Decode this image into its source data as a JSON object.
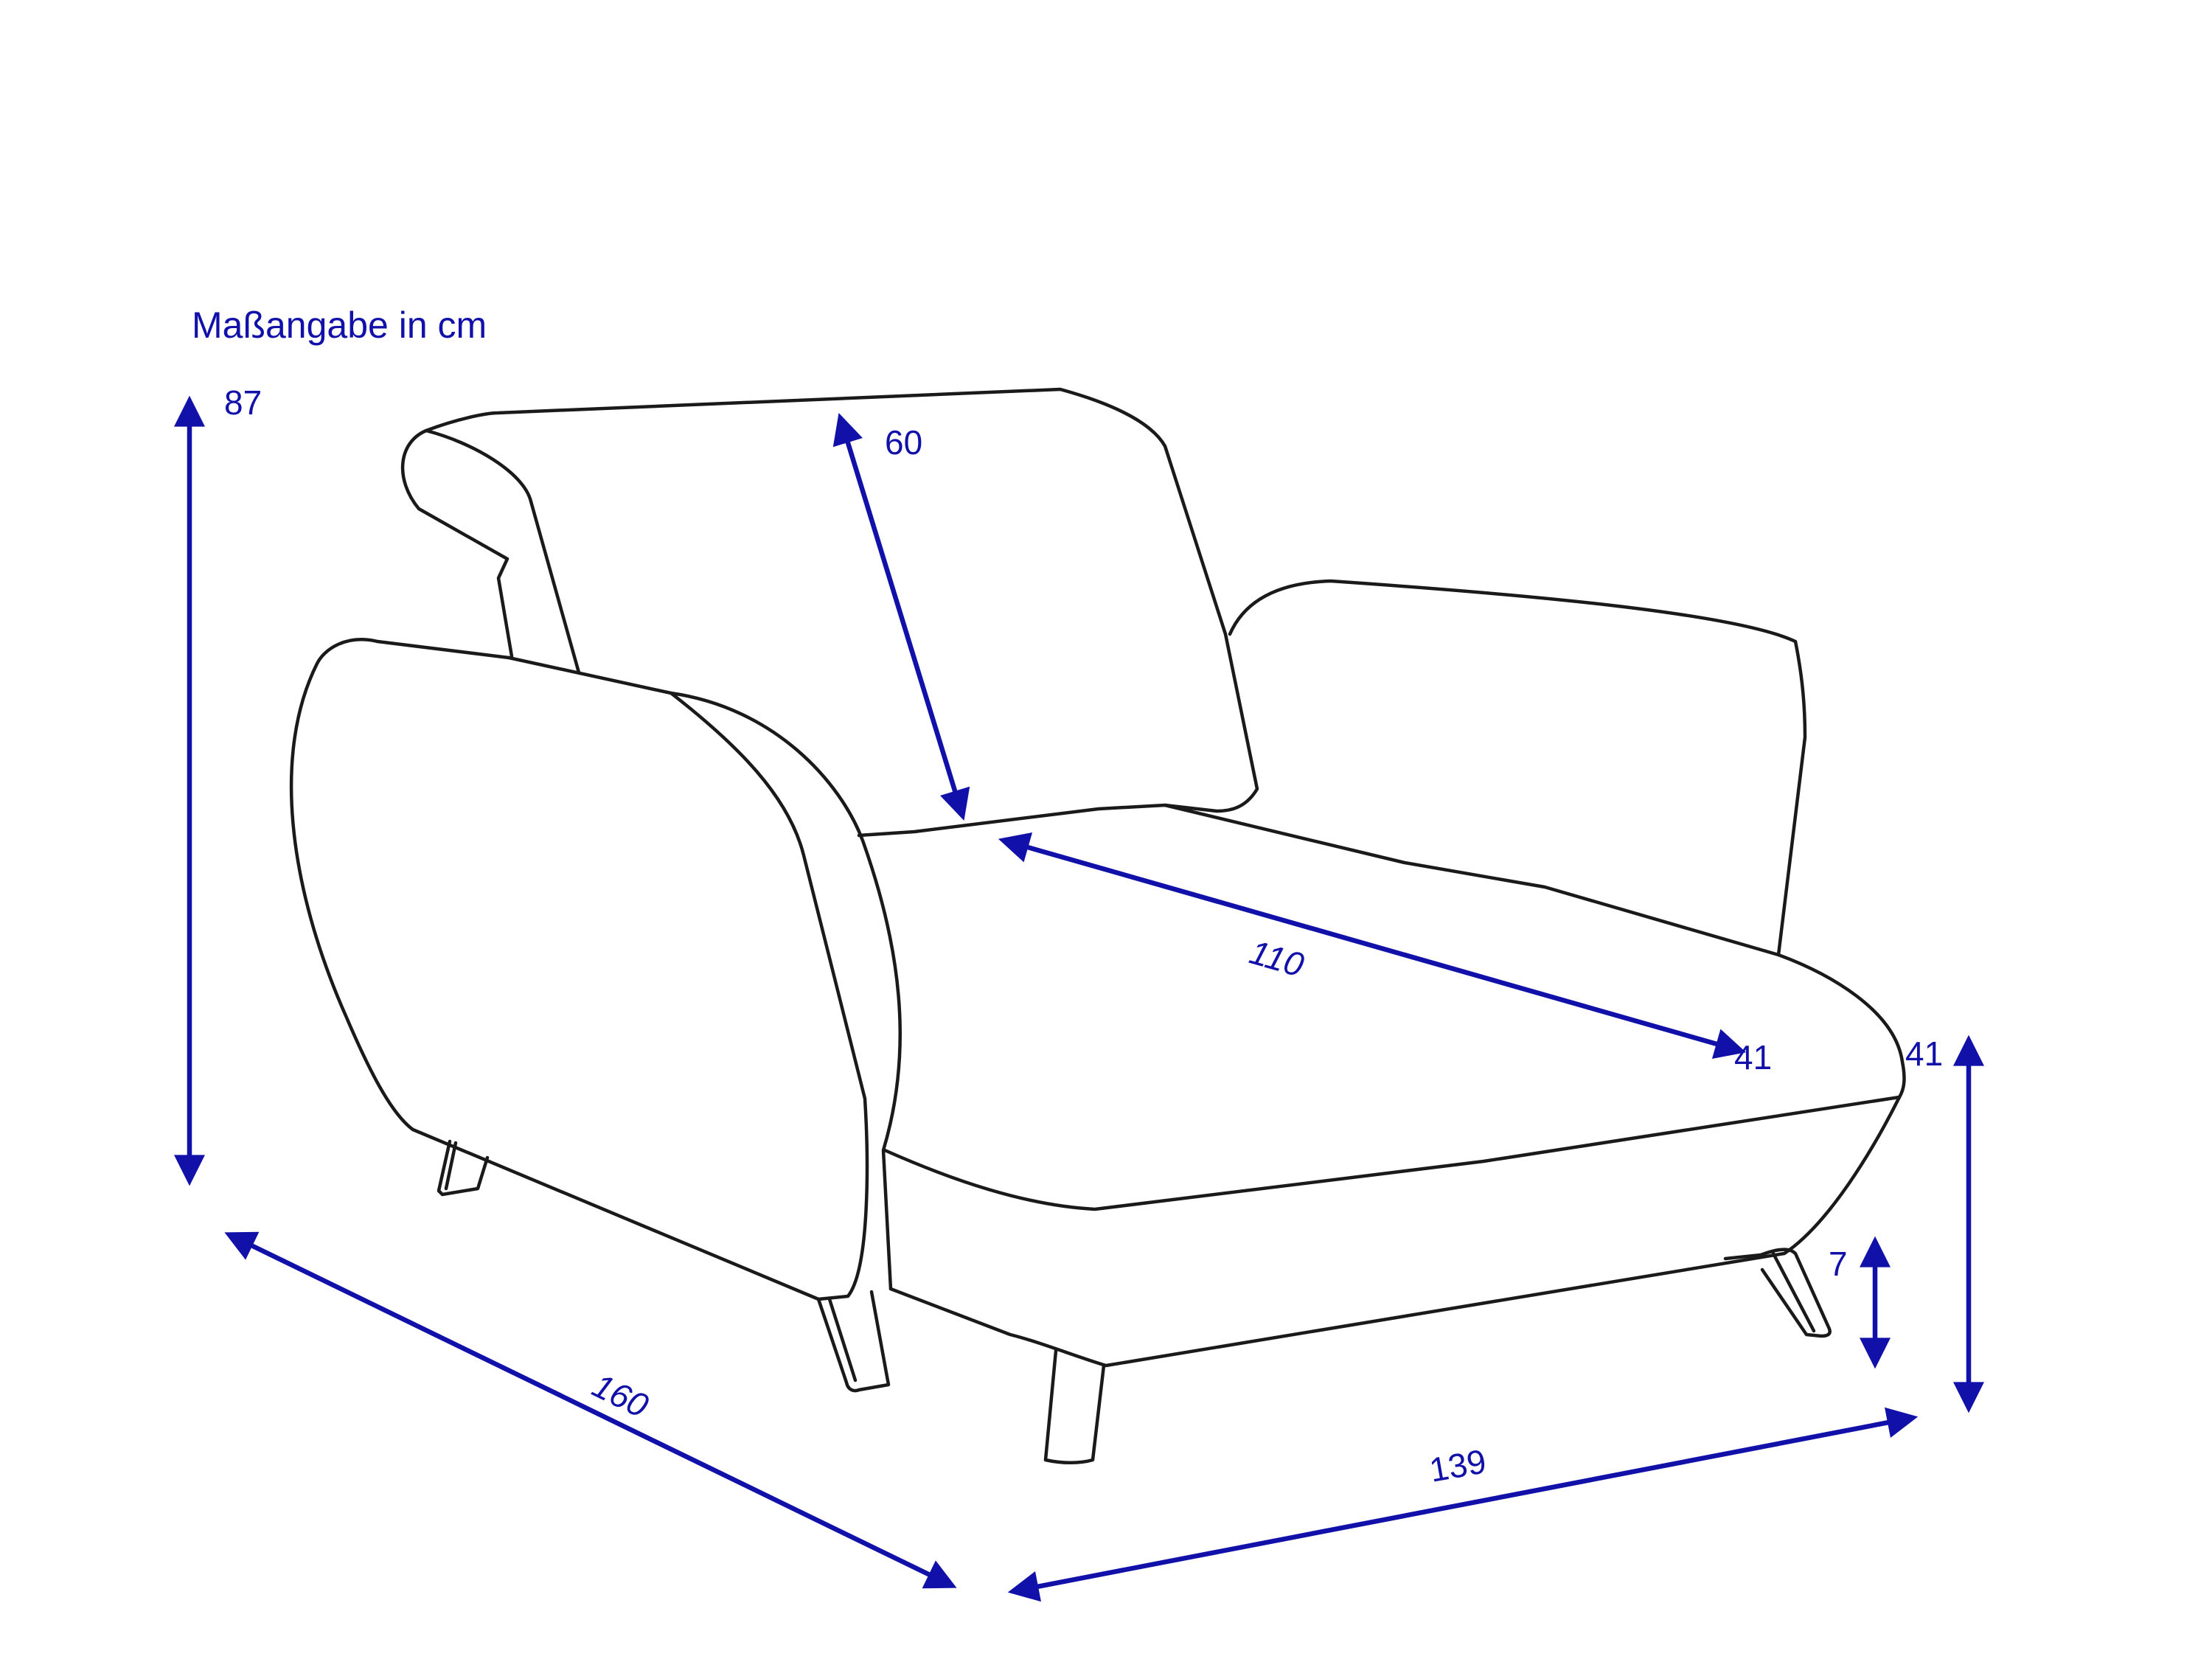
{
  "caption": "Maßangabe in cm",
  "colors": {
    "dimension": "#1111aa",
    "outline": "#1a1a1a",
    "background": "#ffffff"
  },
  "dimensions": {
    "total_height": "87",
    "back_depth": "60",
    "seat_depth": "110",
    "seat_height_inner": "41",
    "seat_height_outer": "41",
    "leg_height": "7",
    "length": "160",
    "width": "139"
  }
}
